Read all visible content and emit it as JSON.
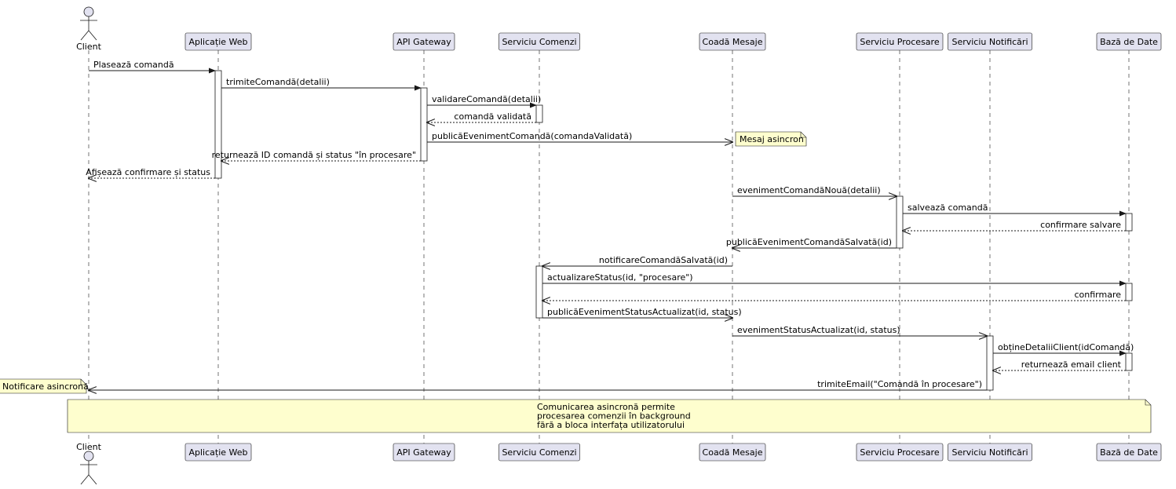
{
  "participants": [
    {
      "id": "client",
      "label": "Client",
      "kind": "actor"
    },
    {
      "id": "web",
      "label": "Aplicație Web",
      "kind": "participant"
    },
    {
      "id": "api",
      "label": "API Gateway",
      "kind": "participant"
    },
    {
      "id": "orders",
      "label": "Serviciu Comenzi",
      "kind": "participant"
    },
    {
      "id": "queue",
      "label": "Coadă Mesaje",
      "kind": "participant"
    },
    {
      "id": "proc",
      "label": "Serviciu Procesare",
      "kind": "participant"
    },
    {
      "id": "notif",
      "label": "Serviciu Notificări",
      "kind": "participant"
    },
    {
      "id": "db",
      "label": "Bază de Date",
      "kind": "participant"
    }
  ],
  "messages": [
    {
      "from": "client",
      "to": "web",
      "label": "Plasează comandă",
      "style": "sync"
    },
    {
      "from": "web",
      "to": "api",
      "label": "trimiteComandă(detalii)",
      "style": "sync"
    },
    {
      "from": "api",
      "to": "orders",
      "label": "validareComandă(detalii)",
      "style": "sync"
    },
    {
      "from": "orders",
      "to": "api",
      "label": "comandă validată",
      "style": "return"
    },
    {
      "from": "api",
      "to": "queue",
      "label": "publicăEvenimentComandă(comandaValidată)",
      "style": "async"
    },
    {
      "from": "api",
      "to": "web",
      "label": "returnează ID comandă și status \"în procesare\"",
      "style": "return"
    },
    {
      "from": "web",
      "to": "client",
      "label": "Afișează confirmare și status",
      "style": "return"
    },
    {
      "from": "queue",
      "to": "proc",
      "label": "evenimentComandăNouă(detalii)",
      "style": "async"
    },
    {
      "from": "proc",
      "to": "db",
      "label": "salvează comandă",
      "style": "sync"
    },
    {
      "from": "db",
      "to": "proc",
      "label": "confirmare salvare",
      "style": "return"
    },
    {
      "from": "proc",
      "to": "queue",
      "label": "publicăEvenimentComandăSalvată(id)",
      "style": "async"
    },
    {
      "from": "queue",
      "to": "orders",
      "label": "notificareComandăSalvată(id)",
      "style": "async"
    },
    {
      "from": "orders",
      "to": "db",
      "label": "actualizareStatus(id, \"procesare\")",
      "style": "sync"
    },
    {
      "from": "db",
      "to": "orders",
      "label": "confirmare",
      "style": "return"
    },
    {
      "from": "orders",
      "to": "queue",
      "label": "publicăEvenimentStatusActualizat(id, status)",
      "style": "async"
    },
    {
      "from": "queue",
      "to": "notif",
      "label": "evenimentStatusActualizat(id, status)",
      "style": "async"
    },
    {
      "from": "notif",
      "to": "db",
      "label": "obțineDetaliiClient(idComandă)",
      "style": "sync"
    },
    {
      "from": "db",
      "to": "notif",
      "label": "returnează email client",
      "style": "return"
    },
    {
      "from": "notif",
      "to": "client",
      "label": "trimiteEmail(\"Comandă în procesare\")",
      "style": "async"
    }
  ],
  "notes": [
    {
      "label": "Mesaj asincron"
    },
    {
      "label": "Notificare asincronă"
    },
    {
      "lines": [
        "Comunicarea asincronă permite",
        "procesarea comenzii în background",
        "fără a bloca interfața utilizatorului"
      ]
    }
  ],
  "colors": {
    "participant_fill": "#e2e2f0",
    "note_fill": "#fefece",
    "line": "#181818"
  }
}
